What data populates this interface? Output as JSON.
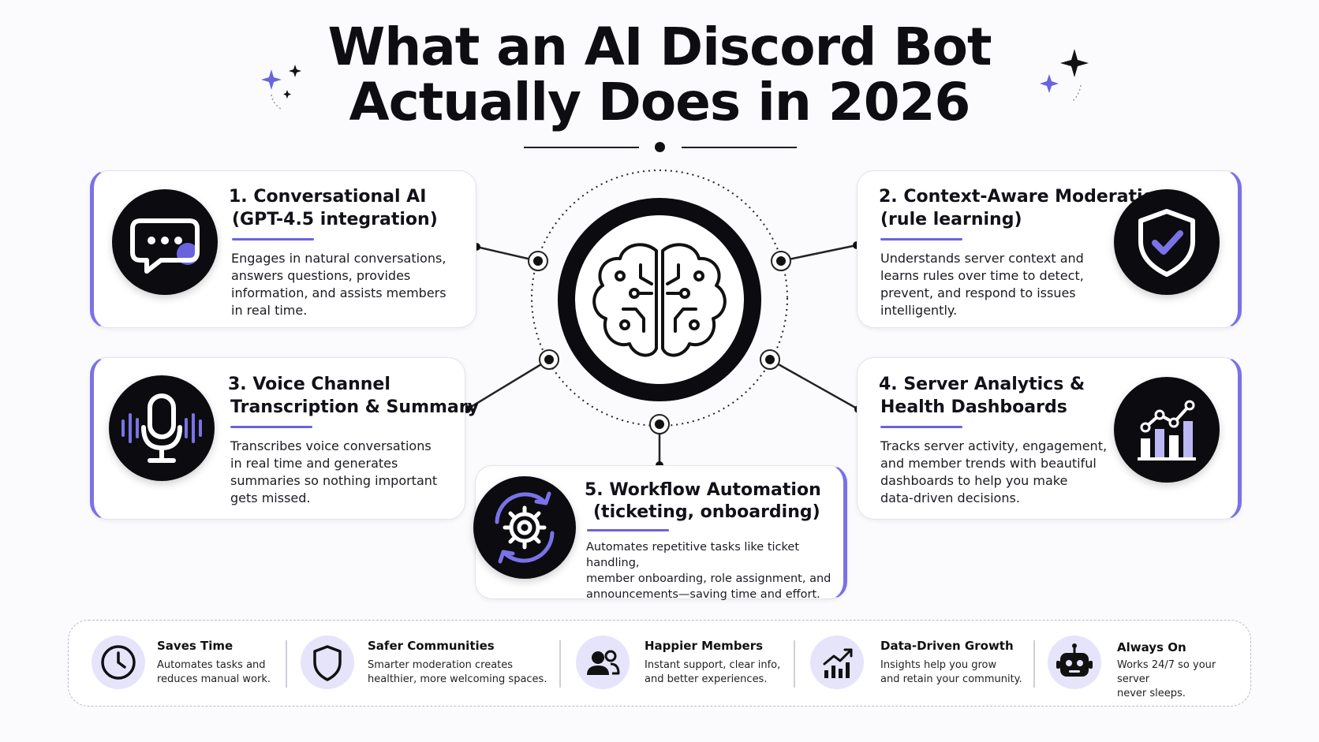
{
  "title": {
    "line1": "What an AI Discord Bot",
    "line2": "Actually Does in 2026"
  },
  "colors": {
    "accent": "#6a63df",
    "accent_light": "#e6e4fb",
    "dark": "#0c0c10",
    "background": "#fbfbfd"
  },
  "center": {
    "icon": "brain-circuit-icon"
  },
  "features": [
    {
      "title_line1": "1.  Conversational AI",
      "title_line2": "(GPT-4.5 integration)",
      "description": [
        "Engages in natural conversations,",
        "answers questions, provides",
        "information, and assists members",
        "in real time."
      ],
      "icon": "chat-bubble-icon"
    },
    {
      "title_line1": "2. Context-Aware Moderation",
      "title_line2": "(rule learning)",
      "description": [
        "Understands server context and",
        "learns rules over time to detect,",
        "prevent, and respond to issues",
        "intelligently."
      ],
      "icon": "shield-check-icon"
    },
    {
      "title_line1": "3. Voice Channel",
      "title_line2": "Transcription & Summary",
      "description": [
        "Transcribes voice conversations",
        "in real time and generates",
        "summaries so nothing important",
        "gets missed."
      ],
      "icon": "microphone-icon"
    },
    {
      "title_line1": "4.  Server Analytics &",
      "title_line2": "Health Dashboards",
      "description": [
        "Tracks server activity, engagement,",
        "and member trends with beautiful",
        "dashboards to help you make",
        "data-driven decisions."
      ],
      "icon": "bar-chart-icon"
    },
    {
      "title_line1": "5.  Workflow Automation",
      "title_line2": "(ticketing, onboarding)",
      "description": [
        "Automates repetitive tasks like ticket handling,",
        "member onboarding, role assignment, and",
        "announcements—saving time and effort."
      ],
      "icon": "gear-cycle-icon"
    }
  ],
  "benefits": [
    {
      "title": "Saves Time",
      "description": [
        "Automates tasks and",
        "reduces manual work."
      ],
      "icon": "clock-icon"
    },
    {
      "title": "Safer Communities",
      "description": [
        "Smarter moderation creates",
        "healthier, more welcoming spaces."
      ],
      "icon": "shield-icon"
    },
    {
      "title": "Happier Members",
      "description": [
        "Instant support, clear info,",
        "and better experiences."
      ],
      "icon": "users-icon"
    },
    {
      "title": "Data-Driven Growth",
      "description": [
        "Insights help you grow",
        "and retain your community."
      ],
      "icon": "growth-chart-icon"
    },
    {
      "title": "Always On",
      "description": [
        "Works 24/7 so your server",
        "never sleeps."
      ],
      "icon": "robot-icon"
    }
  ]
}
